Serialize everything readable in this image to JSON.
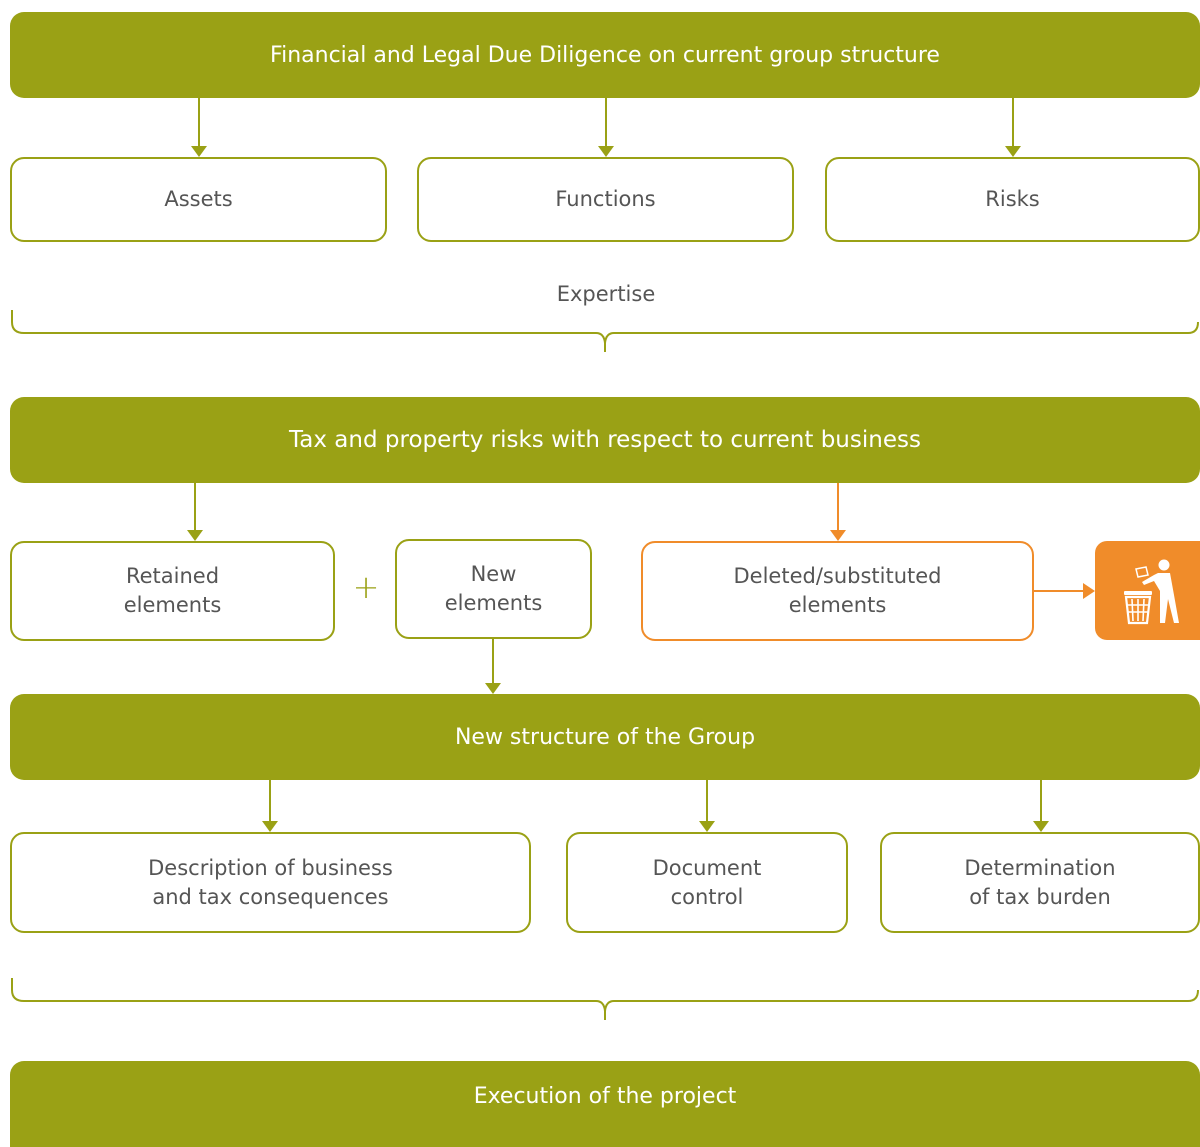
{
  "diagram": {
    "top_bar": "Financial and Legal Due Diligence on current group structure",
    "dd_boxes": [
      "Assets",
      "Functions",
      "Risks"
    ],
    "expertise_label": "Expertise",
    "tax_bar": "Tax and property risks with respect to current business",
    "retained": "Retained\nelements",
    "plus": "+",
    "new_elements": "New\nelements",
    "deleted": "Deleted/substituted\nelements",
    "structure_bar": "New structure of the Group",
    "outputs": [
      "Description of business\nand tax consequences",
      "Document\ncontrol",
      "Determination\nof tax burden"
    ],
    "execution_bar": "Execution of the project",
    "colors": {
      "green": "#9aa115",
      "orange": "#f08c2a",
      "text": "#555555"
    },
    "icons": {
      "trash": "trash-bin-icon"
    }
  }
}
